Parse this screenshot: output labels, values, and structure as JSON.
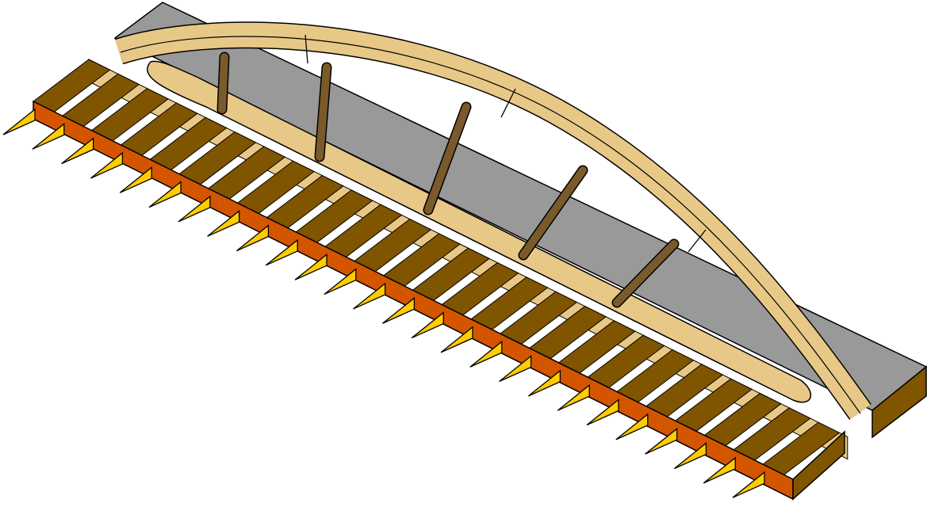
{
  "illustration": {
    "subject": "arch-bridge",
    "beam_count": 26,
    "hanger_count": 5,
    "colors": {
      "deck": "#999999",
      "deck_side": "#7f5500",
      "beam": "#805500",
      "block": "#e8c887",
      "arch": "#e8c887",
      "strip": "#d45500",
      "spike": "#ffcc00",
      "hanger": "#7a5a2a",
      "outline": "#000000"
    }
  }
}
